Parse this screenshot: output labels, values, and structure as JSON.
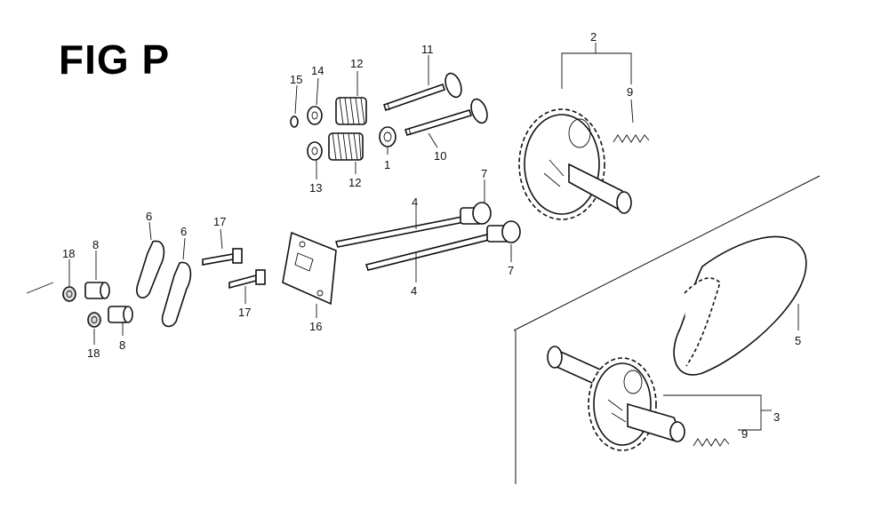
{
  "title": "FIG P",
  "callouts": {
    "c1": "1",
    "c2": "2",
    "c3": "3",
    "c4a": "4",
    "c4b": "4",
    "c5": "5",
    "c6a": "6",
    "c6b": "6",
    "c7a": "7",
    "c7b": "7",
    "c8a": "8",
    "c8b": "8",
    "c9a": "9",
    "c9b": "9",
    "c10": "10",
    "c11": "11",
    "c12a": "12",
    "c12b": "12",
    "c13": "13",
    "c14": "14",
    "c15": "15",
    "c16": "16",
    "c17a": "17",
    "c17b": "17",
    "c18a": "18",
    "c18b": "18"
  }
}
